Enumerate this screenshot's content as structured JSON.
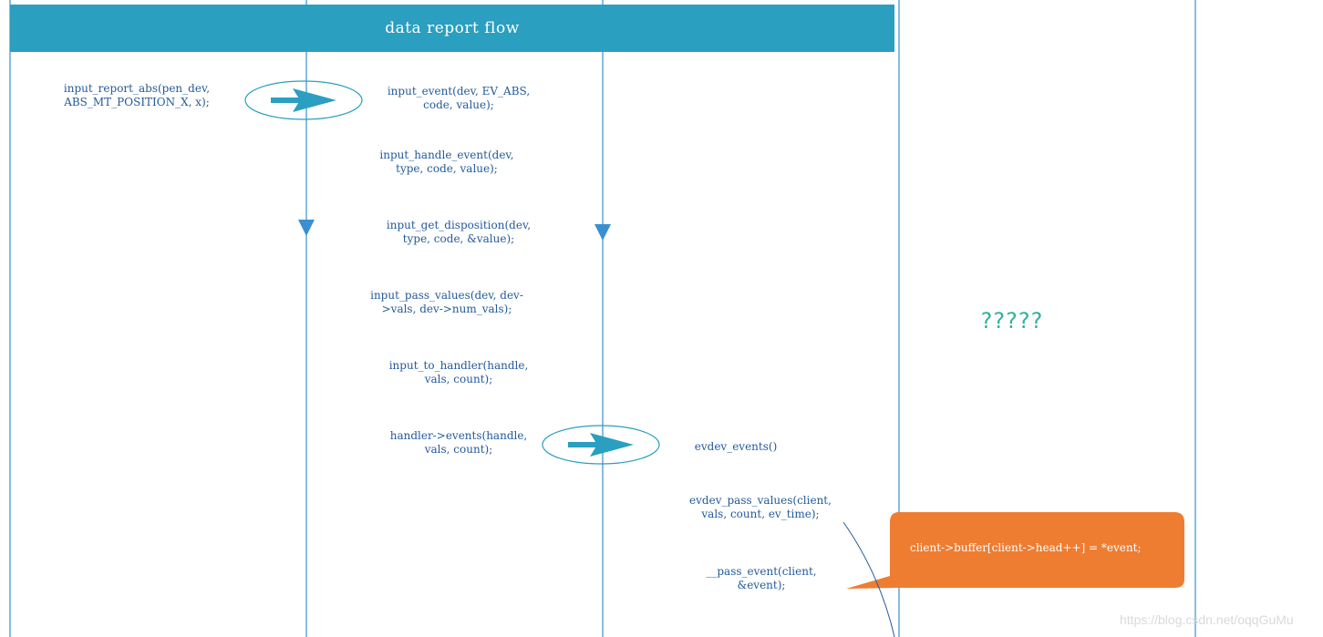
{
  "header": {
    "title": "data report flow"
  },
  "steps": {
    "report_abs": "input_report_abs(pen_dev,\nABS_MT_POSITION_X, x);",
    "input_event": "input_event(dev, EV_ABS,\ncode, value);",
    "handle_event": "input_handle_event(dev,\ntype, code, value);",
    "get_disposition": "input_get_disposition(dev,\ntype, code, &value);",
    "pass_values": "input_pass_values(dev, dev-\n>vals, dev->num_vals);",
    "to_handler": "input_to_handler(handle,\nvals, count);",
    "handler_events": "handler->events(handle,\nvals, count);",
    "evdev_events": "evdev_events()",
    "evdev_pass_values": "evdev_pass_values(client,\nvals, count, ev_time);",
    "pass_event": "__pass_event(client,\n&event);"
  },
  "callout": {
    "text": "client->buffer[client->head++] = *event;"
  },
  "side_panel": {
    "text": "?????"
  },
  "watermark": {
    "text": "https://blog.csdn.net/oqqGuMu"
  },
  "colors": {
    "header_bg": "#2a9fbf",
    "lane_line": "#3a8fd0",
    "arrow": "#2a9fbf",
    "text": "#245a9a",
    "callout_bg": "#ee7d31",
    "side_text": "#2fb39a"
  }
}
